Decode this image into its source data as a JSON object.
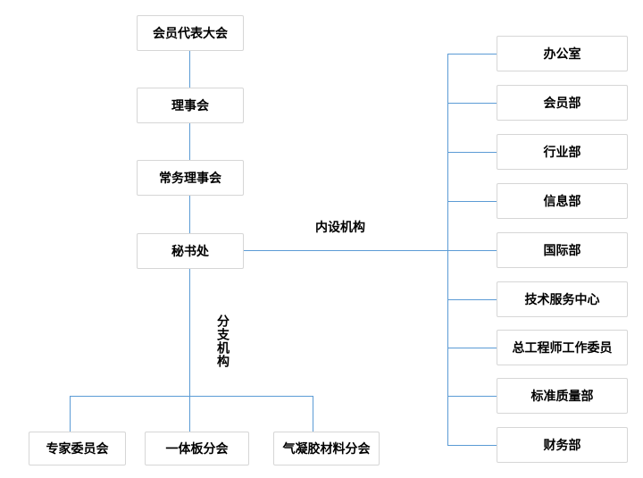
{
  "org": {
    "main_chain": [
      "会员代表大会",
      "理事会",
      "常务理事会",
      "秘书处"
    ],
    "internal_label": "内设机构",
    "branch_label": "分支机构",
    "internal_departments": [
      "办公室",
      "会员部",
      "行业部",
      "信息部",
      "国际部",
      "技术服务中心",
      "总工程师工作委员",
      "标准质量部",
      "财务部"
    ],
    "branches": [
      "专家委员会",
      "一体板分会",
      "气凝胶材料分会"
    ],
    "colors": {
      "connector": "#5B9BD5",
      "box_border": "#D6D6D6",
      "box_background": "#FFFFFF",
      "text": "#000000"
    }
  }
}
